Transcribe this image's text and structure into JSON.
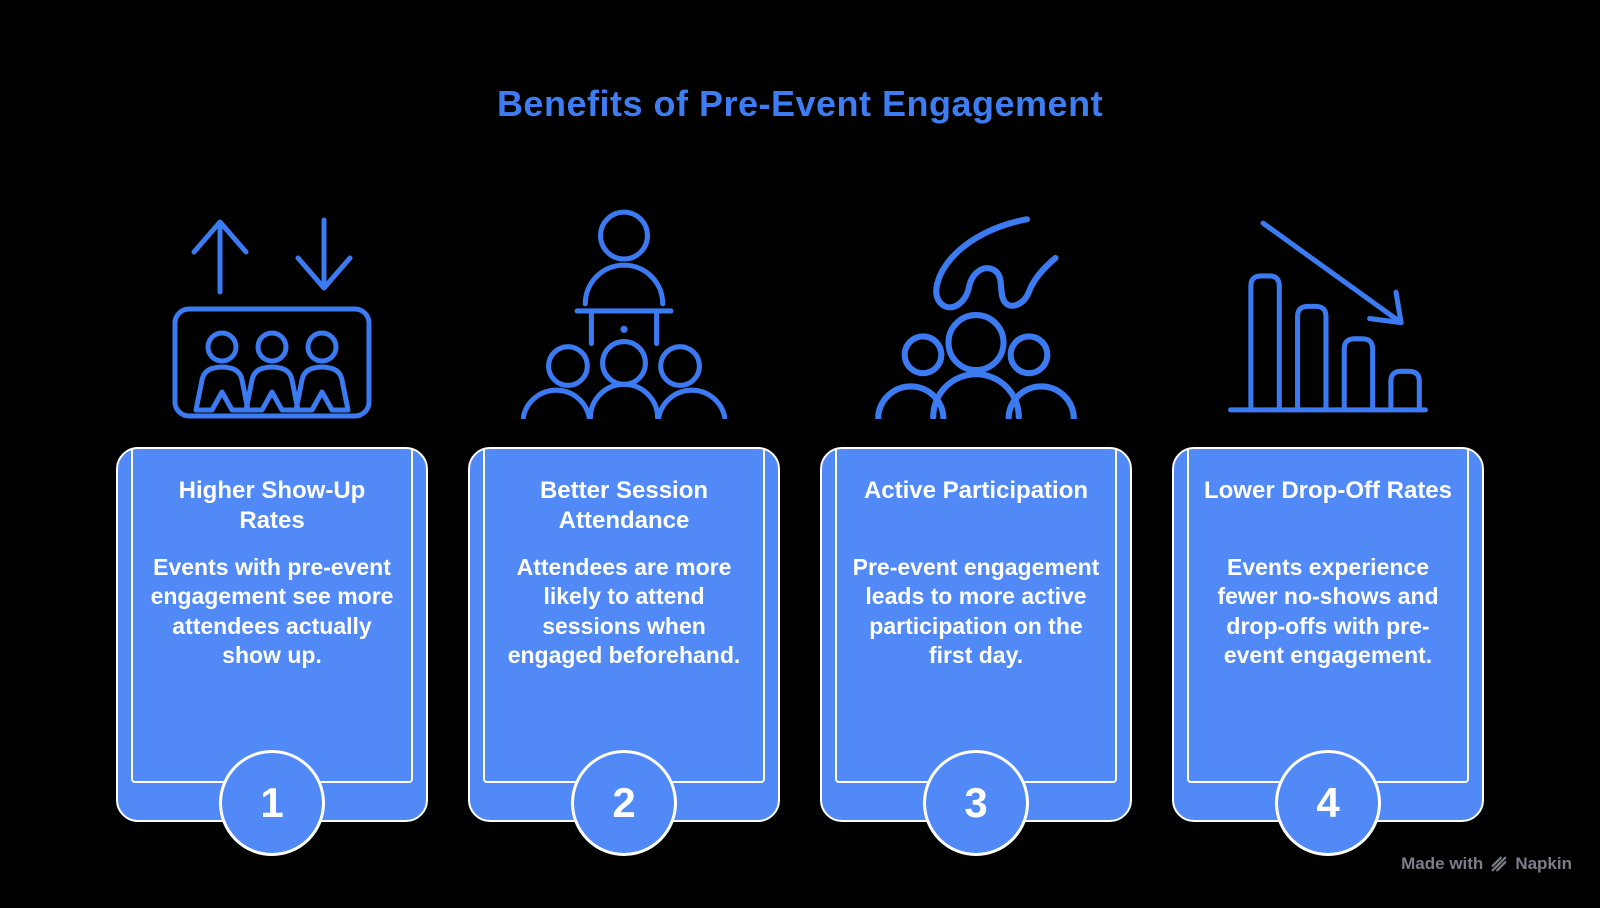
{
  "title": "Benefits of Pre-Event Engagement",
  "colors": {
    "background": "#000000",
    "card_fill": "#5189F6",
    "accent_blue": "#3E7CF2",
    "icon_stroke": "#3B7AF0",
    "card_text": "#FFFFFF",
    "watermark_gray": "#7A7F87"
  },
  "cards": [
    {
      "number": "1",
      "icon": "show-up-rates-icon",
      "title": "Higher Show-Up Rates",
      "body": "Events with pre-event engagement see more attendees actually show up."
    },
    {
      "number": "2",
      "icon": "session-attendance-icon",
      "title": "Better Session Attendance",
      "body": "Attendees are more likely to attend sessions when engaged beforehand."
    },
    {
      "number": "3",
      "icon": "active-participation-icon",
      "title": "Active Participation",
      "body": "Pre-event engagement leads to more active participation on the first day."
    },
    {
      "number": "4",
      "icon": "lower-drop-off-icon",
      "title": "Lower Drop-Off Rates",
      "body": "Events experience fewer no-shows and drop-offs with pre-event engagement."
    }
  ],
  "watermark": {
    "prefix": "Made with",
    "brand": "Napkin",
    "icon": "napkin-logo-icon"
  }
}
